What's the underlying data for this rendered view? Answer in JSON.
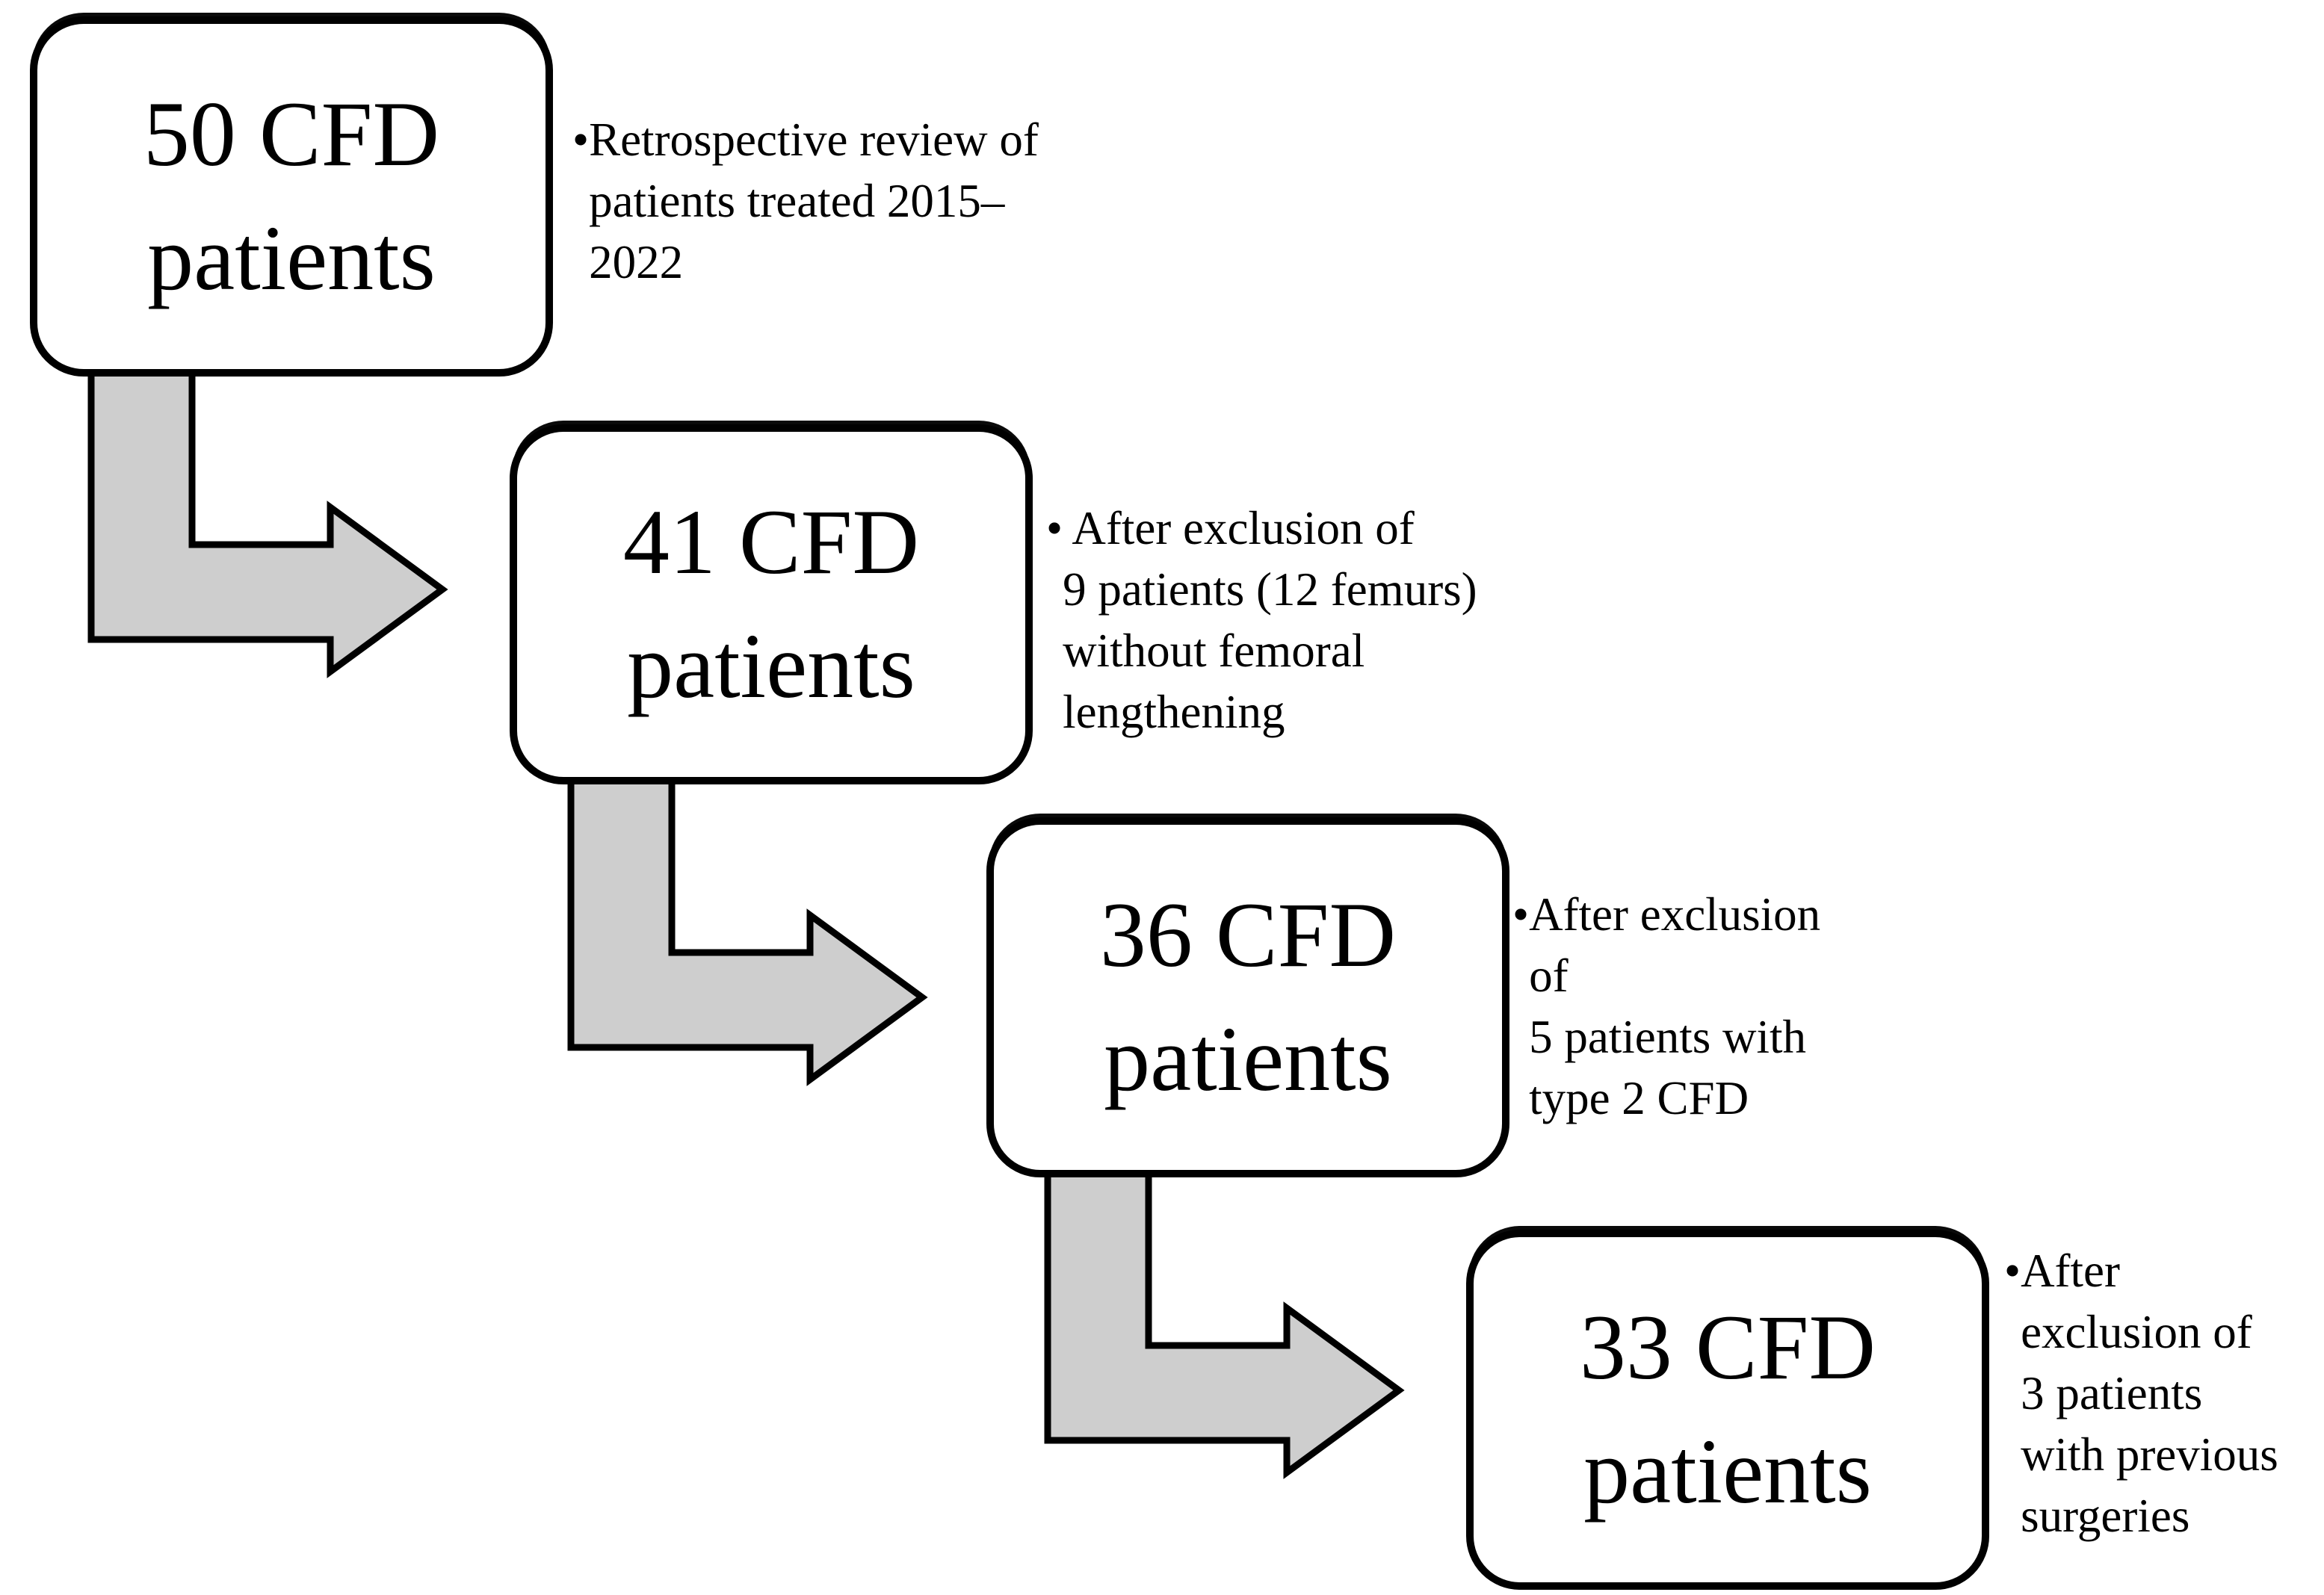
{
  "colors": {
    "background": "#ffffff",
    "box_fill": "#ffffff",
    "box_border": "#000000",
    "arrow_fill": "#cecece",
    "arrow_outline": "#000000",
    "text": "#000000"
  },
  "bullet_char": "•",
  "steps": [
    {
      "box_lines": [
        "50 CFD",
        "patients"
      ],
      "note_lines": [
        "Retrospective review of",
        "patients treated 2015–",
        "2022"
      ]
    },
    {
      "box_lines": [
        "41 CFD",
        "patients"
      ],
      "note_lines": [
        " After exclusion of",
        "9 patients (12 femurs)",
        "without femoral",
        "lengthening"
      ]
    },
    {
      "box_lines": [
        "36 CFD",
        "patients"
      ],
      "note_lines": [
        "After exclusion",
        "of",
        "5 patients with",
        "type 2 CFD"
      ]
    },
    {
      "box_lines": [
        "33 CFD",
        "patients"
      ],
      "note_lines": [
        "After",
        "exclusion of",
        "3 patients",
        "with previous",
        "surgeries"
      ]
    }
  ]
}
